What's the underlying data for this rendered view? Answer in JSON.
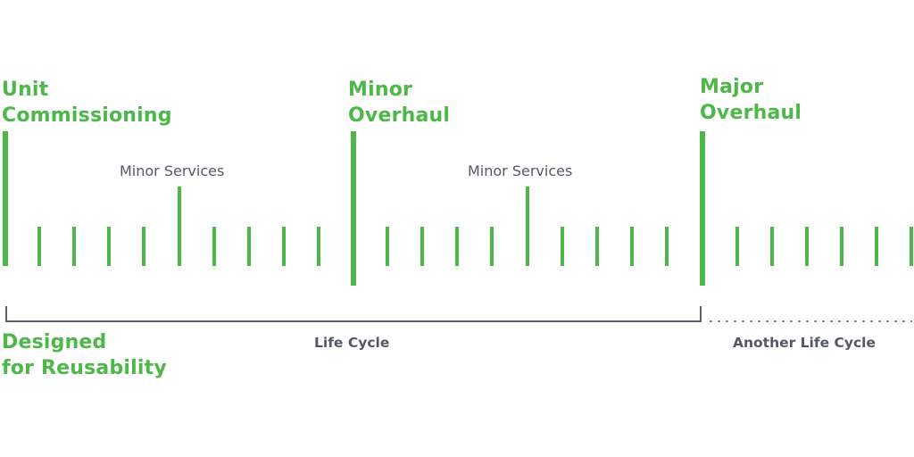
{
  "milestones": [
    {
      "line1": "Unit",
      "line2": "Commissioning"
    },
    {
      "line1": "Minor",
      "line2": "Overhaul"
    },
    {
      "line1": "Major",
      "line2": "Overhaul"
    }
  ],
  "service_labels": [
    "Minor Services",
    "Minor Services"
  ],
  "footer": {
    "design_line1": "Designed",
    "design_line2": "for Reusability",
    "life_cycle": "Life Cycle",
    "another_life_cycle": "Another Life Cycle"
  },
  "colors": {
    "accent": "#4db848",
    "text_grey": "#52586a"
  }
}
